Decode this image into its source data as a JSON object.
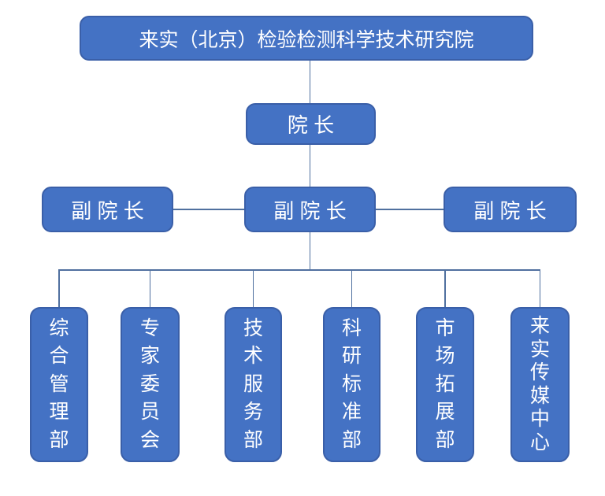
{
  "diagram": {
    "type": "org-chart",
    "background": "#ffffff",
    "colors": {
      "node_fill": "#4472C4",
      "node_border": "#3A5FA8",
      "connector": "#50709F",
      "node_text": "#FFFFFF"
    },
    "nodes": {
      "root": {
        "label": "来实（北京）检验检测科学技术研究院"
      },
      "president": {
        "label": "院 长"
      },
      "vice_presidents": [
        {
          "label": "副 院 长"
        },
        {
          "label": "副 院 长"
        },
        {
          "label": "副 院 长"
        }
      ],
      "departments": [
        {
          "label": "综合管理部"
        },
        {
          "label": "专家委员会"
        },
        {
          "label": "技术服务部"
        },
        {
          "label": "科研标准部"
        },
        {
          "label": "市场拓展部"
        },
        {
          "label": "来实传媒中心"
        }
      ]
    }
  }
}
